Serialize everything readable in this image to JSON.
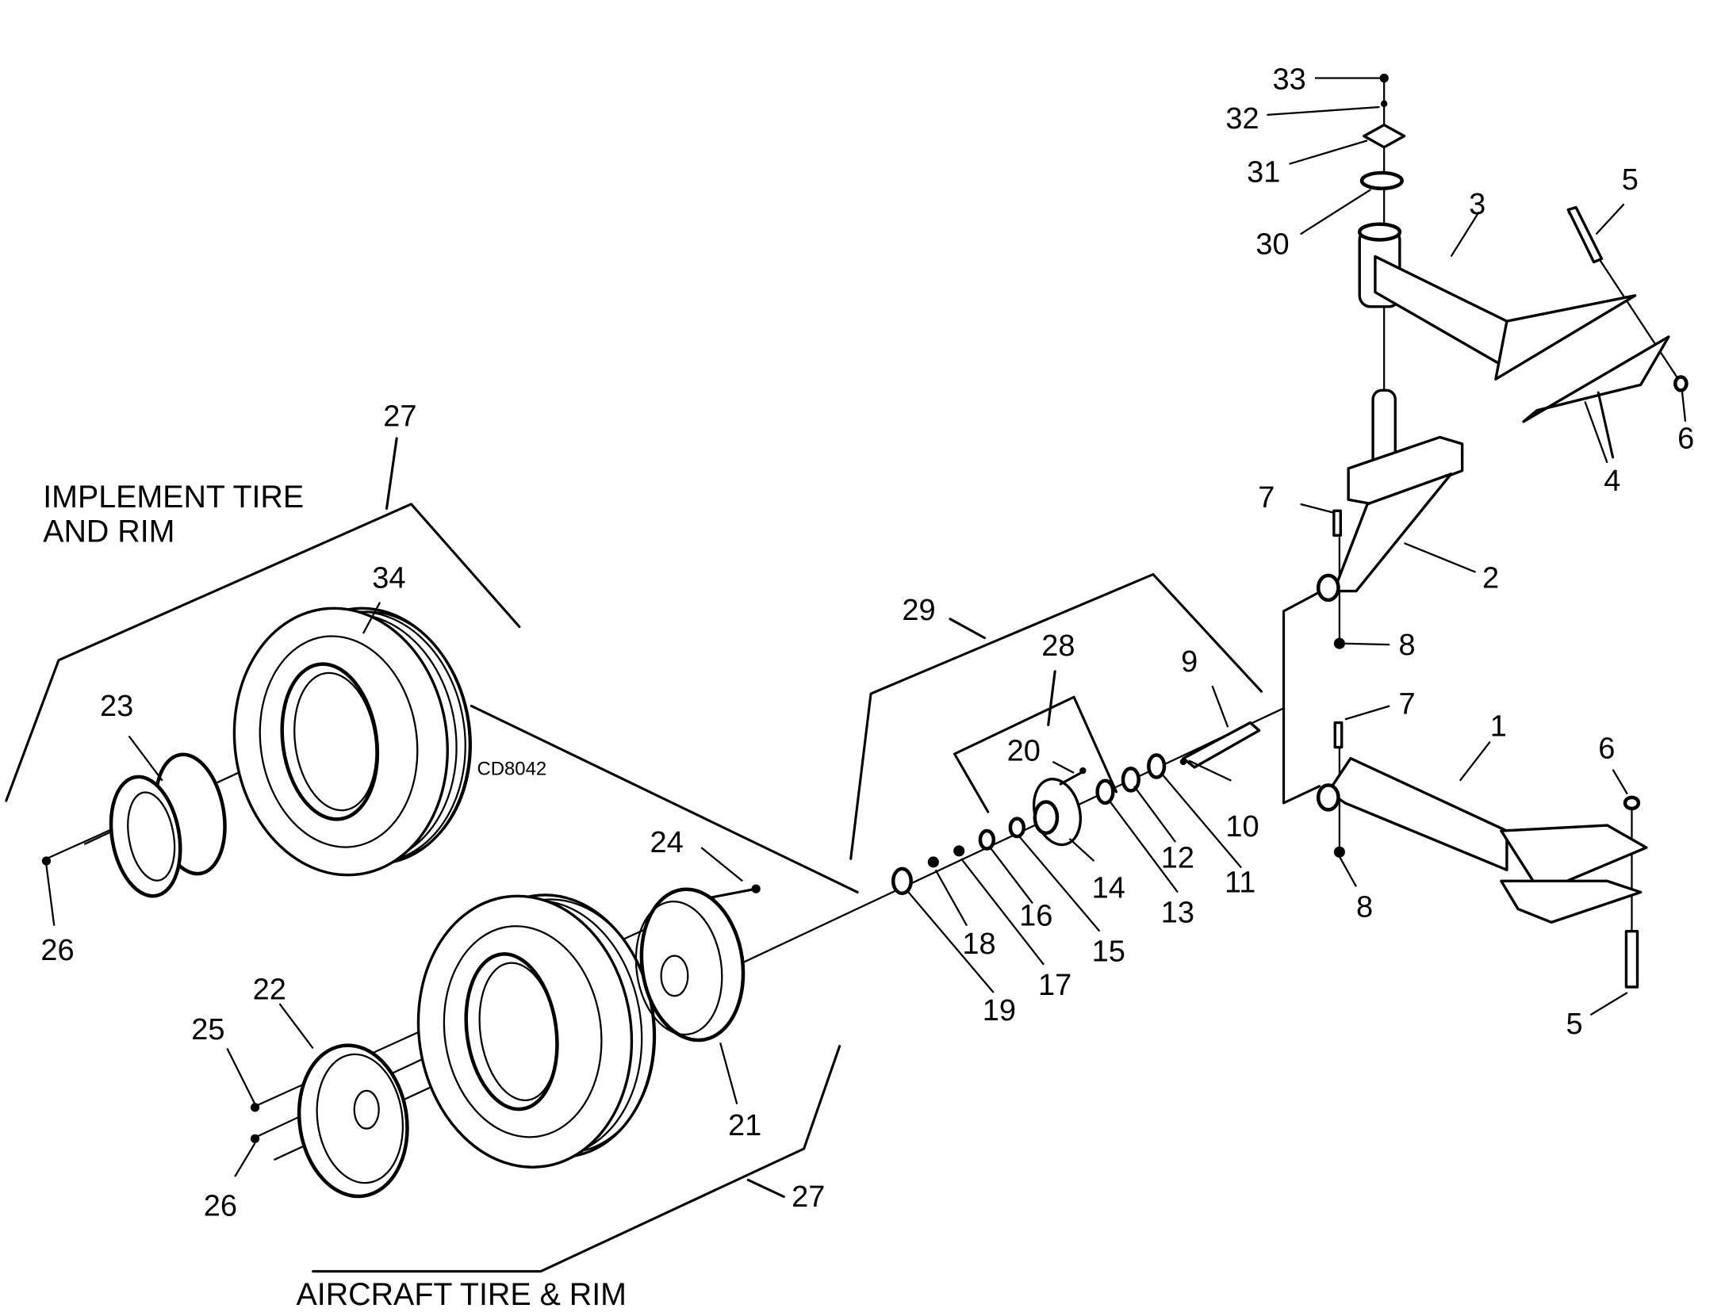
{
  "diagram": {
    "drawing_code": "CD8042",
    "captions": {
      "implement_line1": "IMPLEMENT TIRE",
      "implement_line2": "AND RIM",
      "aircraft": "AIRCRAFT TIRE & RIM"
    },
    "callouts": {
      "c1": "1",
      "c2": "2",
      "c3": "3",
      "c4": "4",
      "c5a": "5",
      "c5b": "5",
      "c6a": "6",
      "c6b": "6",
      "c7a": "7",
      "c7b": "7",
      "c8a": "8",
      "c8b": "8",
      "c9": "9",
      "c10": "10",
      "c11": "11",
      "c12": "12",
      "c13": "13",
      "c14": "14",
      "c15": "15",
      "c16": "16",
      "c17": "17",
      "c18": "18",
      "c19": "19",
      "c20": "20",
      "c21": "21",
      "c22": "22",
      "c23": "23",
      "c24": "24",
      "c25": "25",
      "c26a": "26",
      "c26b": "26",
      "c27a": "27",
      "c27b": "27",
      "c28": "28",
      "c29": "29",
      "c30": "30",
      "c31": "31",
      "c32": "32",
      "c33": "33",
      "c34": "34"
    }
  }
}
